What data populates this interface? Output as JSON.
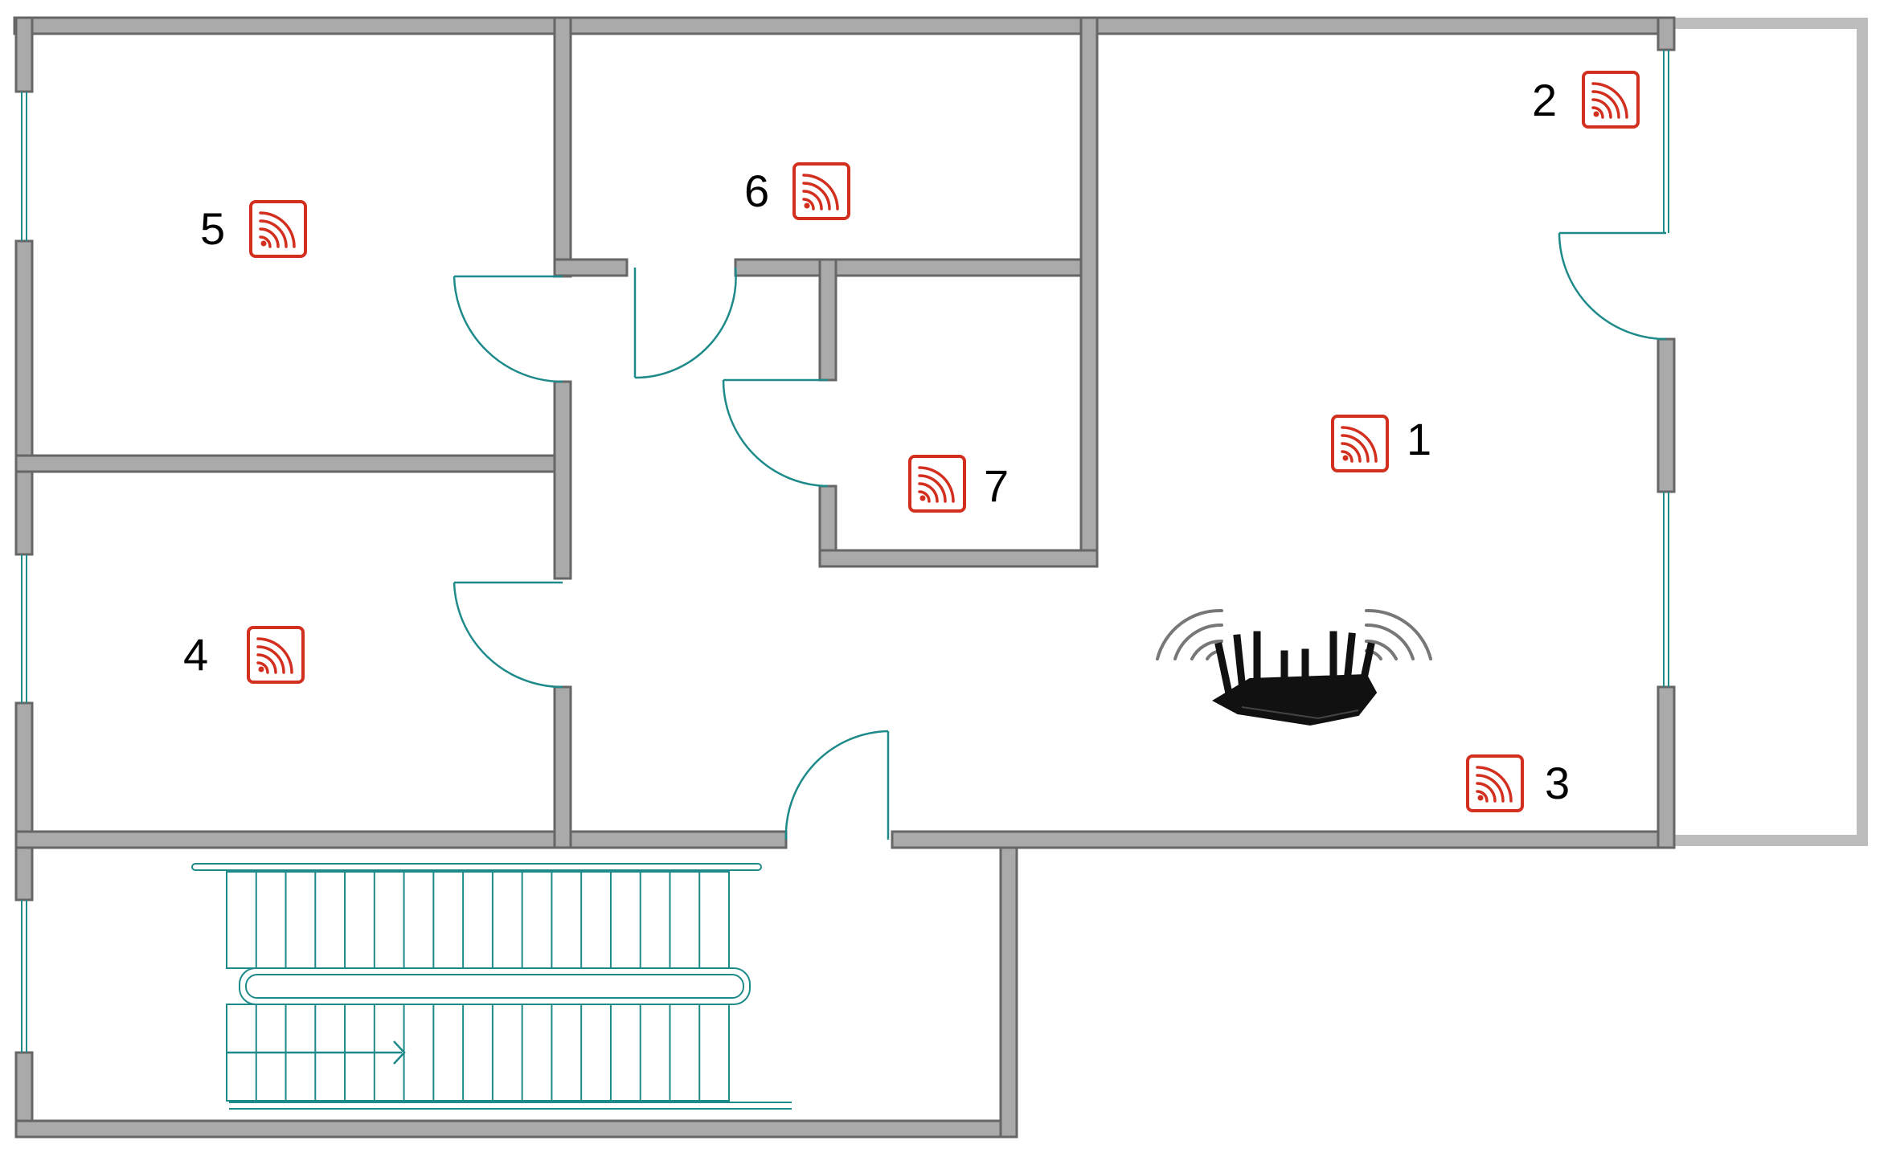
{
  "floor_plan": {
    "colors": {
      "wall": "#aaaaaa",
      "wall_stroke": "#666666",
      "door": "#1f8a8a",
      "sensor": "#d32f1f",
      "router": "#111111",
      "signal": "#777777"
    },
    "icons": {
      "sensor": "wifi-signal-icon",
      "router": "router-icon"
    },
    "sensor_labels": [
      "1",
      "2",
      "3",
      "4",
      "5",
      "6",
      "7"
    ],
    "router": {
      "label": ""
    }
  }
}
